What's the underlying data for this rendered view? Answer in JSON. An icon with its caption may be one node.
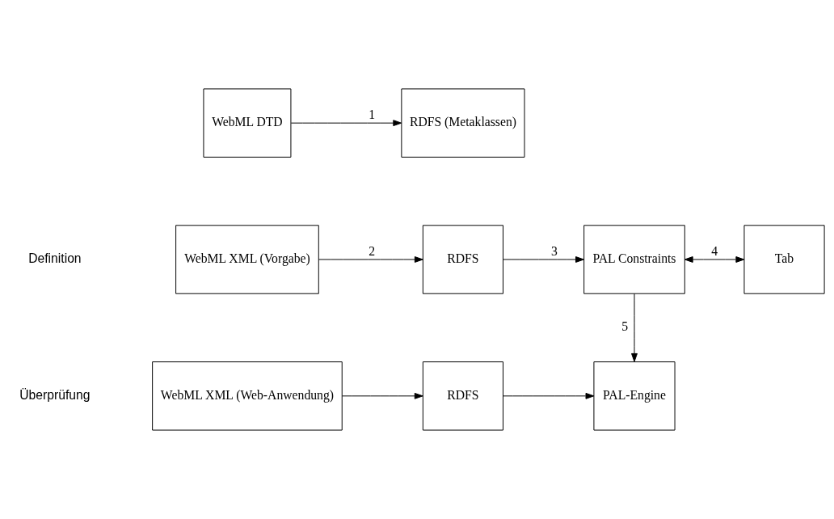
{
  "diagram": {
    "nodes": [
      {
        "text": [
          "WebML DTD"
        ]
      },
      {
        "text": [
          "RDFS (Metaklassen)"
        ]
      },
      {
        "text": [
          "WebML XML (Vorgabe)"
        ]
      },
      {
        "text": [
          "RDFS"
        ]
      },
      {
        "text": [
          "PAL Constraints"
        ]
      },
      {
        "text": [
          "Tab"
        ]
      },
      {
        "text": [
          "WebML XML (Web-Anwendung)"
        ]
      },
      {
        "text": [
          "RDFS"
        ]
      },
      {
        "text": [
          "PAL-Engine"
        ]
      }
    ],
    "edges": [
      {
        "from": 0,
        "to": 1,
        "arrow": "to",
        "label": "1"
      },
      {
        "from": 2,
        "to": 3,
        "arrow": "to",
        "label": "2"
      },
      {
        "from": 3,
        "to": 4,
        "arrow": "to",
        "label": "3"
      },
      {
        "from": 4,
        "to": 5,
        "arrow": "both",
        "label": "4"
      },
      {
        "from": 4,
        "to": 8,
        "arrow": "to",
        "label": "5"
      },
      {
        "from": 6,
        "to": 7,
        "arrow": "to"
      },
      {
        "from": 7,
        "to": 8,
        "arrow": "to"
      }
    ],
    "labels": [
      "Definition",
      "Überprüfung"
    ]
  }
}
